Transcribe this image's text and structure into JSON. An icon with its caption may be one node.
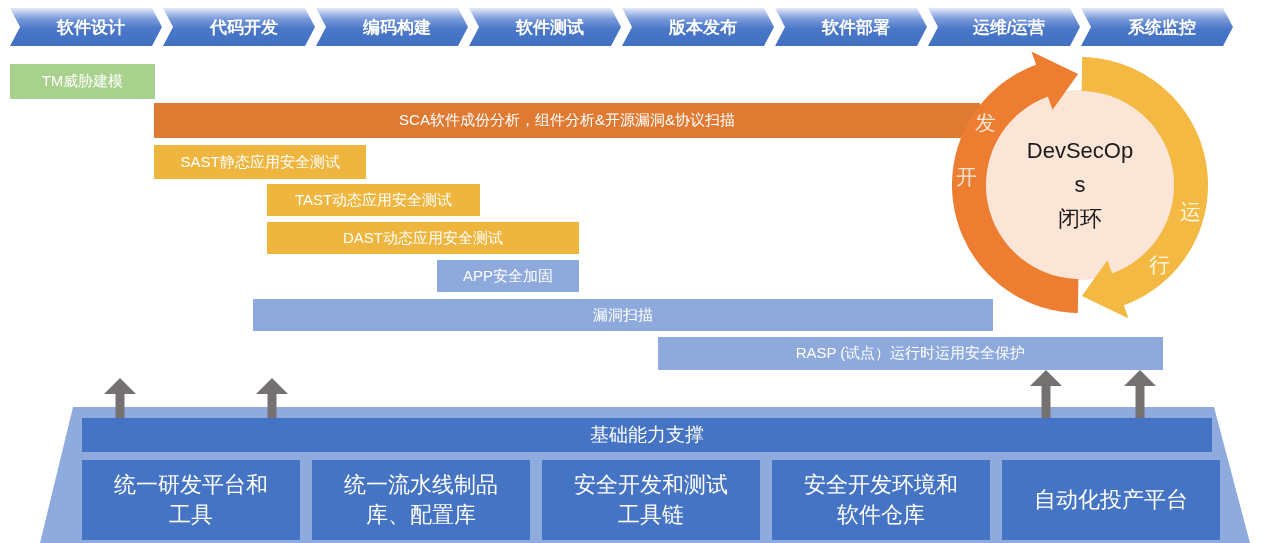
{
  "diagram": {
    "nodes": [
      {
        "text": [
          "软件设计"
        ]
      },
      {
        "text": [
          "代码开发"
        ]
      },
      {
        "text": [
          "编码构建"
        ]
      },
      {
        "text": [
          "软件测试"
        ]
      },
      {
        "text": [
          "版本发布"
        ]
      },
      {
        "text": [
          "软件部署"
        ]
      },
      {
        "text": [
          "运维/运营"
        ]
      },
      {
        "text": [
          "系统监控"
        ]
      },
      {
        "text": [
          "TM威胁建模"
        ]
      },
      {
        "text": [
          "SCA软件成份分析，组件分析&开源漏洞&协议扫描"
        ]
      },
      {
        "text": [
          "SAST静态应用安全测试"
        ]
      },
      {
        "text": [
          "TAST动态应用安全测试"
        ]
      },
      {
        "text": [
          "DAST动态应用安全测试"
        ]
      },
      {
        "text": [
          "APP安全加固"
        ]
      },
      {
        "text": [
          "漏洞扫描"
        ]
      },
      {
        "text": [
          "RASP (试点）运行时运用安全保护"
        ]
      },
      {
        "text": [
          "DevSecOps 闭环"
        ]
      },
      {
        "text": [
          "开发"
        ]
      },
      {
        "text": [
          "运行"
        ]
      },
      {
        "text": [],
        "shape": "trapezoid"
      },
      {
        "text": [
          "基础能力支撑"
        ],
        "in": 19
      },
      {
        "text": [
          "统一研发平台和工具"
        ],
        "in": 19
      },
      {
        "text": [
          "统一流水线制品库、配置库"
        ],
        "in": 19
      },
      {
        "text": [
          "安全开发和测试工具链"
        ],
        "in": 19
      },
      {
        "text": [
          "安全开发环境和软件仓库"
        ],
        "in": 19
      },
      {
        "text": [
          "自动化投产平台"
        ],
        "in": 19
      }
    ],
    "edges": [
      {
        "from": 20,
        "to": null,
        "arrow": "to"
      },
      {
        "from": 20,
        "to": null,
        "arrow": "to"
      },
      {
        "from": 20,
        "to": 15,
        "arrow": "to"
      },
      {
        "from": 20,
        "to": 15,
        "arrow": "to"
      }
    ]
  }
}
